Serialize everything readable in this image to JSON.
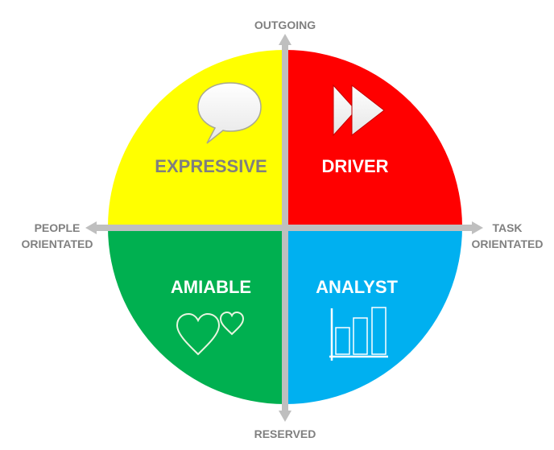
{
  "axes": {
    "top": "OUTGOING",
    "bottom": "RESERVED",
    "left_line1": "PEOPLE",
    "left_line2": "ORIENTATED",
    "right_line1": "TASK",
    "right_line2": "ORIENTATED"
  },
  "quadrants": [
    {
      "label": "EXPRESSIVE",
      "color": "#FFFF00",
      "text_color": "#7F7F7F",
      "icon": "speech-bubble-icon"
    },
    {
      "label": "DRIVER",
      "color": "#FF0000",
      "text_color": "#FFFFFF",
      "icon": "fast-forward-icon"
    },
    {
      "label": "AMIABLE",
      "color": "#00B050",
      "text_color": "#FFFFFF",
      "icon": "hearts-icon"
    },
    {
      "label": "ANALYST",
      "color": "#00B0F0",
      "text_color": "#FFFFFF",
      "icon": "bar-chart-icon"
    }
  ],
  "axis_color": "#BFBFBF"
}
